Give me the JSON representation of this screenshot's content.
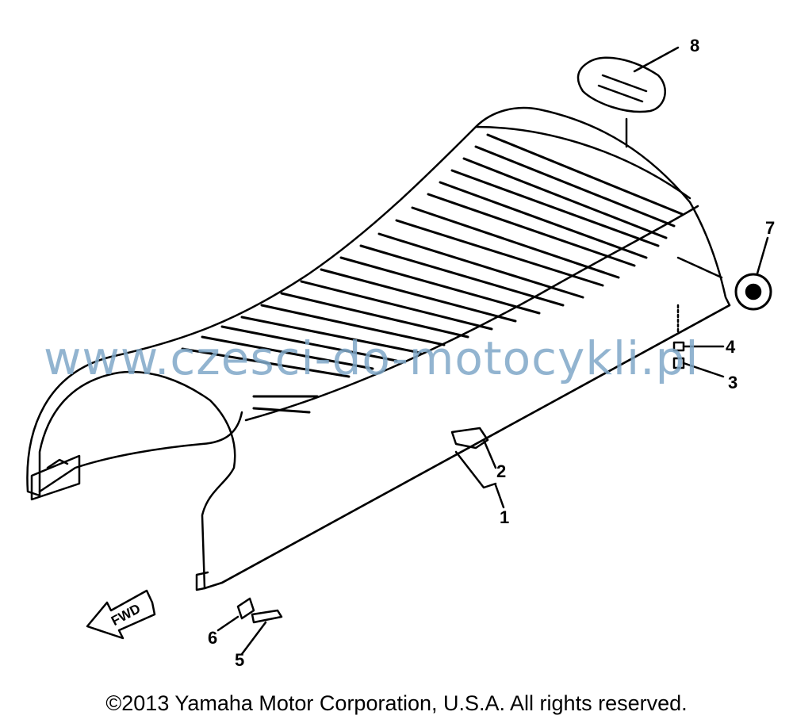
{
  "diagram": {
    "callouts": [
      "1",
      "2",
      "3",
      "4",
      "5",
      "6",
      "7",
      "8"
    ],
    "fwd_label": "FWD",
    "watermark": "www.czesci-do-motocykli.pl",
    "copyright": "©2013 Yamaha Motor Corporation, U.S.A. All rights reserved."
  }
}
